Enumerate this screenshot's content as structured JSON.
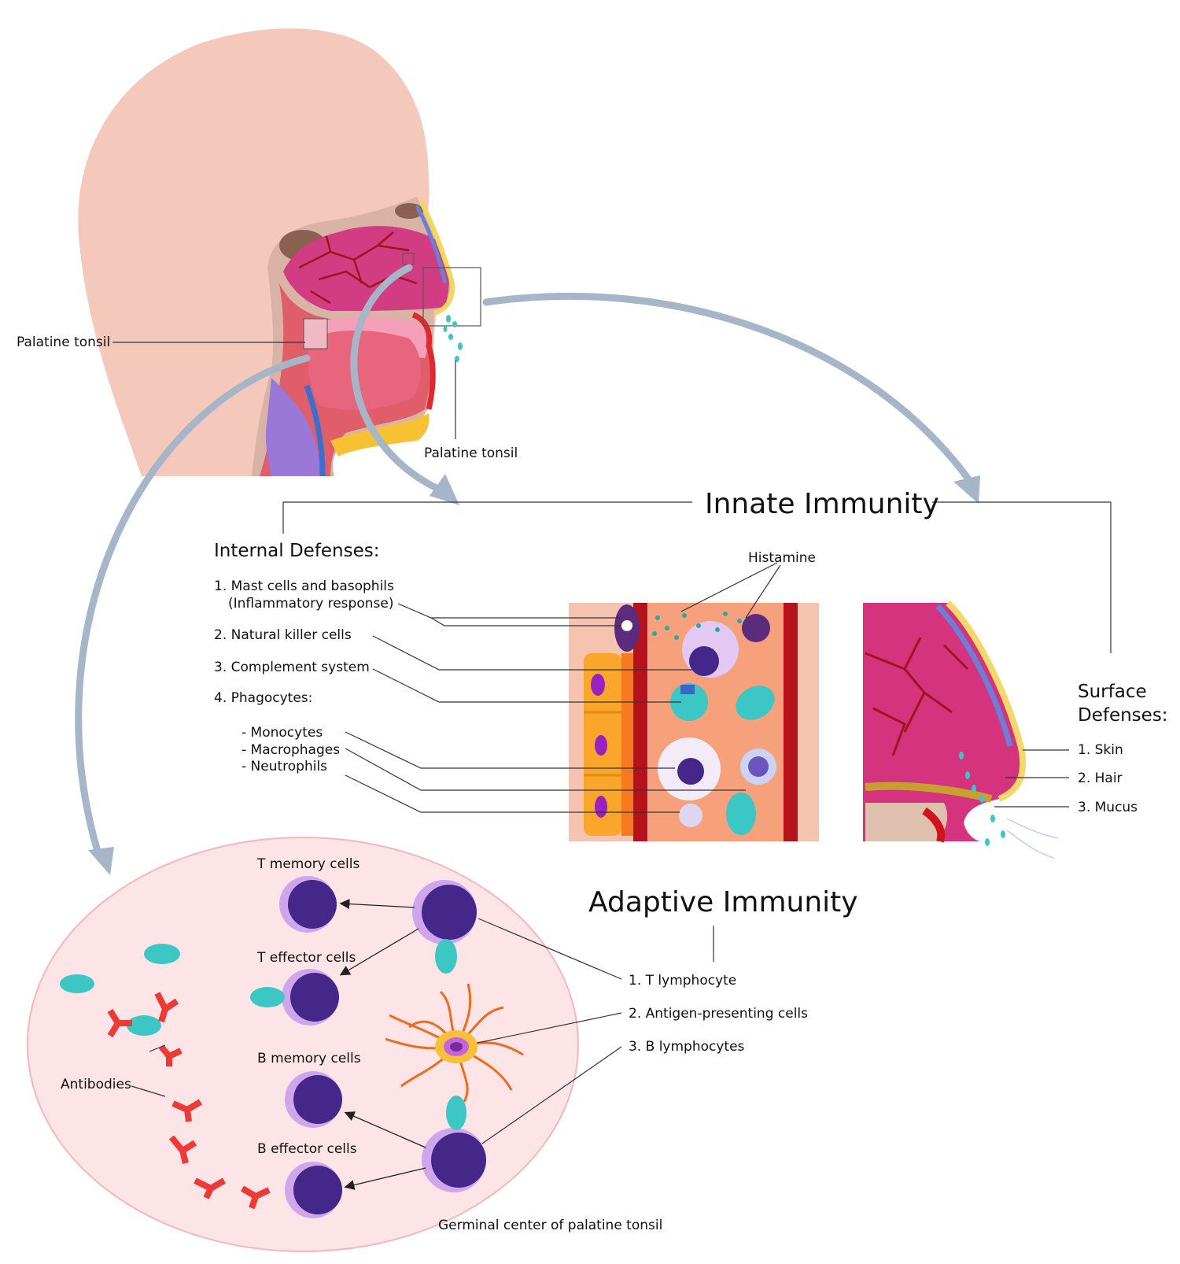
{
  "head": {
    "tonsil_label_left": "Palatine tonsil",
    "tonsil_label_bottom": "Palatine tonsil"
  },
  "innate": {
    "title": "Innate Immunity",
    "internal": {
      "heading": "Internal Defenses:",
      "items": [
        "1. Mast cells and basophils",
        "(Inflammatory response)",
        "2. Natural killer cells",
        "3. Complement system",
        "4. Phagocytes:"
      ],
      "phagocytes": [
        "- Monocytes",
        "- Macrophages",
        "- Neutrophils"
      ],
      "histamine": "Histamine"
    },
    "surface": {
      "heading_line1": "Surface",
      "heading_line2": "Defenses:",
      "items": [
        "1. Skin",
        "2. Hair",
        "3. Mucus"
      ]
    }
  },
  "adaptive": {
    "title": "Adaptive Immunity",
    "items": [
      "1. T lymphocyte",
      "2. Antigen-presenting cells",
      "3. B lymphocytes"
    ],
    "cells": {
      "t_memory": "T memory cells",
      "t_effector": "T effector cells",
      "b_memory": "B memory cells",
      "b_effector": "B effector cells",
      "antibodies": "Antibodies"
    },
    "caption": "Germinal center of palatine tonsil"
  },
  "colors": {
    "skin": "#f4c9bb",
    "arrow": "#a6b5c8",
    "cell_dark": "#45278a",
    "cell_ring": "#cfa6ec",
    "pathogen": "#3cc6c4",
    "antibody": "#ee3a36",
    "tissue_pink": "#d6337e",
    "vessel_red": "#b5121b",
    "ellipse_fill": "#fde4e6"
  }
}
